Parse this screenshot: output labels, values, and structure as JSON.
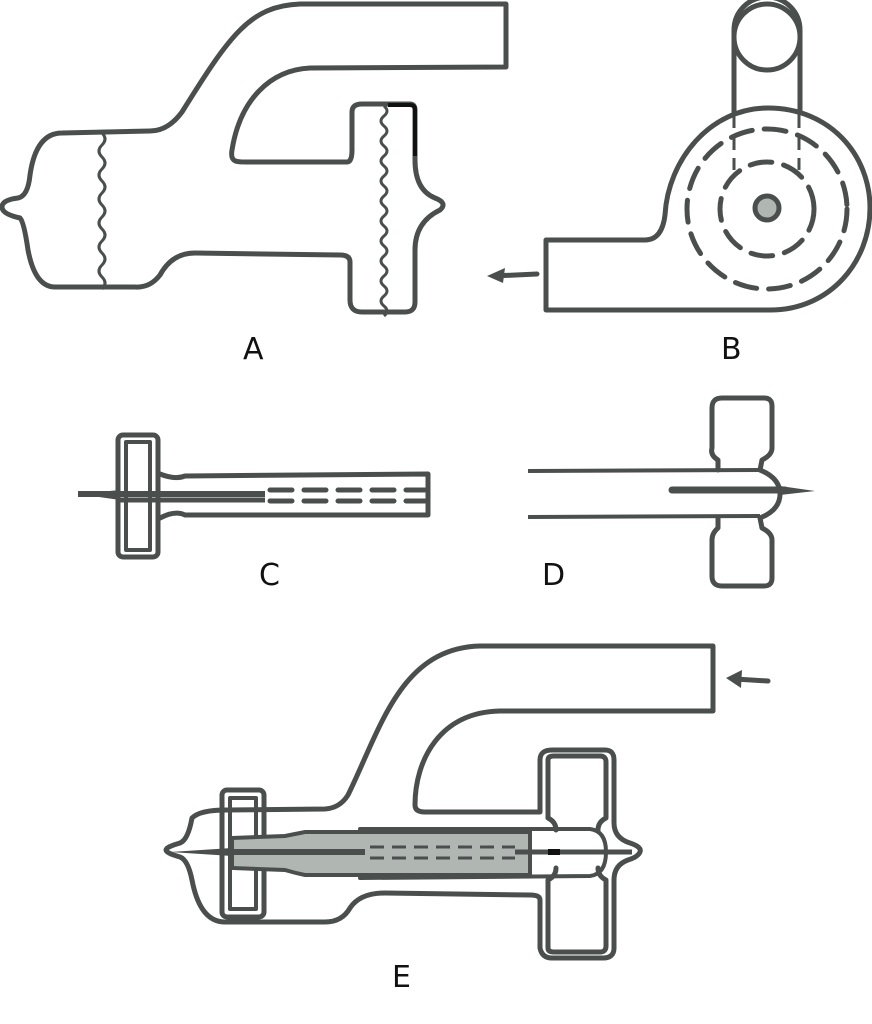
{
  "figure": {
    "panels": [
      {
        "id": "A",
        "label": "A",
        "description": "Side cross-section of housing with inlet tube, two wavy filter membranes"
      },
      {
        "id": "B",
        "label": "B",
        "description": "End view: circular housing with dashed concentric rings and central hub, outlet tube at top-right and side outlet at left"
      },
      {
        "id": "C",
        "label": "C",
        "description": "Cartridge with flange and long tube containing dashed lines"
      },
      {
        "id": "D",
        "label": "D",
        "description": "Open tube inserted into double-flange cap with pointed tip"
      },
      {
        "id": "E",
        "label": "E",
        "description": "Assembled apparatus: cartridge C and cap D inside housing A, grey shaded core"
      }
    ],
    "arrows": [
      {
        "id": "arrow-a-b",
        "direction": "left"
      },
      {
        "id": "arrow-e",
        "direction": "left"
      }
    ],
    "colors": {
      "stroke": "#4a4f4d",
      "fill_core": "#b0b6b2",
      "background": "#ffffff",
      "label": "#111111"
    }
  }
}
